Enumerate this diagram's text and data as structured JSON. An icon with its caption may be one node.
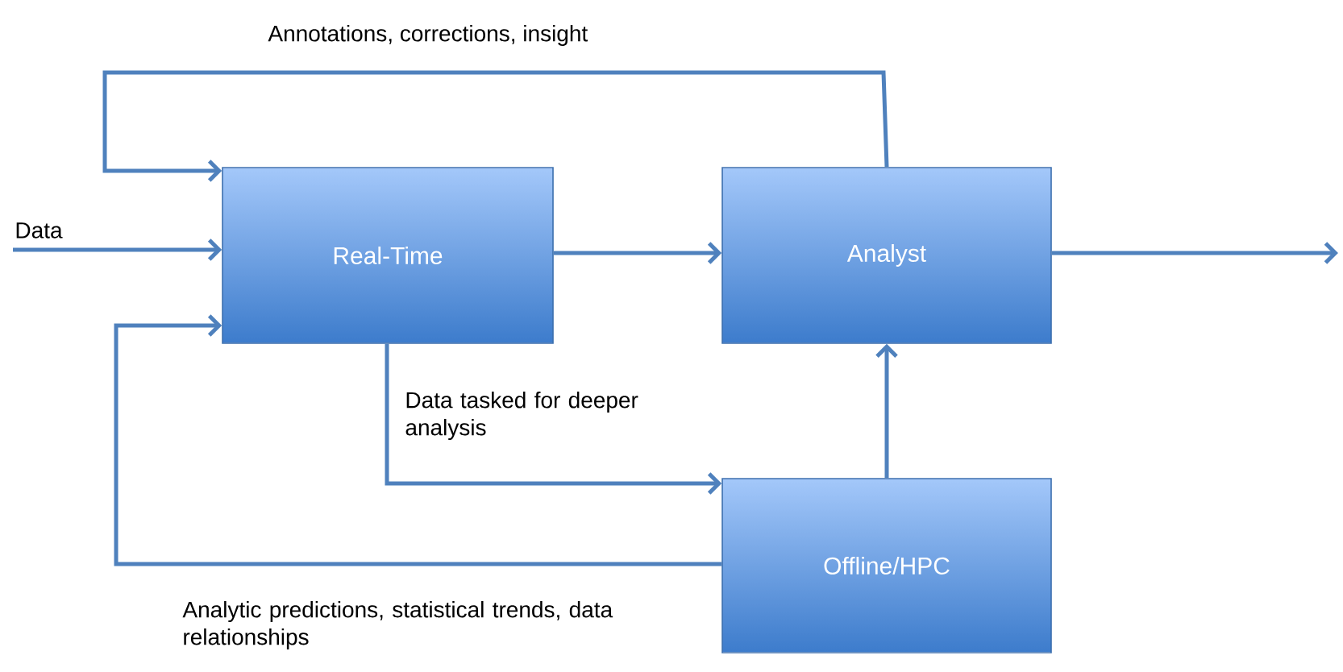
{
  "diagram": {
    "nodes": [
      {
        "text": [
          "Real-Time"
        ]
      },
      {
        "text": [
          "Analyst"
        ]
      },
      {
        "text": [
          "Offline/HPC"
        ]
      }
    ],
    "edges": [
      {
        "from": null,
        "to": 0,
        "arrow": "to",
        "label": "Data"
      },
      {
        "from": 1,
        "to": 0,
        "arrow": "to",
        "label": "Annotations, corrections, insight"
      },
      {
        "from": 0,
        "to": 1,
        "arrow": "to"
      },
      {
        "from": 1,
        "to": null,
        "arrow": "to"
      },
      {
        "from": 0,
        "to": 2,
        "arrow": "to",
        "label": "Data tasked for deeper analysis"
      },
      {
        "from": 2,
        "to": 1,
        "arrow": "to"
      },
      {
        "from": 2,
        "to": 0,
        "arrow": "to",
        "label": "Analytic predictions, statistical trends, data relationships"
      }
    ]
  }
}
